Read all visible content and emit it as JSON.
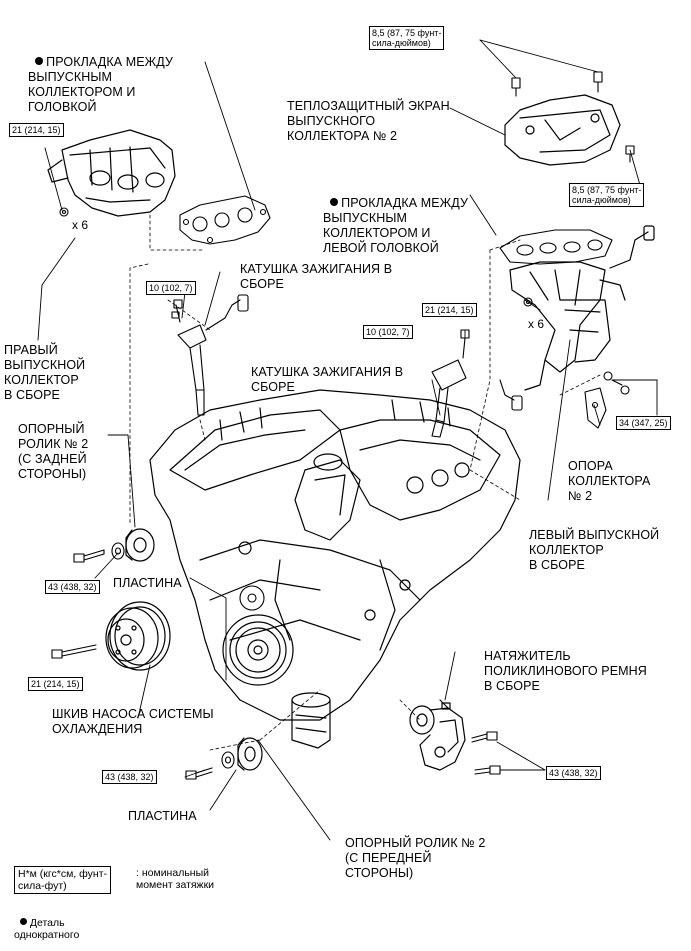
{
  "labels": {
    "gasket_right": "ПРОКЛАДКА МЕЖДУ\nВЫПУСКНЫМ\nКОЛЛЕКТОРОМ И\nГОЛОВКОЙ",
    "heat_shield": "ТЕПЛОЗАЩИТНЫЙ ЭКРАН\nВЫПУСКНОГО\nКОЛЛЕКТОРА № 2",
    "gasket_left": "ПРОКЛАДКА МЕЖДУ\nВЫПУСКНЫМ\nКОЛЛЕКТОРОМ И\nЛЕВОЙ ГОЛОВКОЙ",
    "coil_1": "КАТУШКА ЗАЖИГАНИЯ В\nСБОРЕ",
    "coil_2": "КАТУШКА ЗАЖИГАНИЯ В\nСБОРЕ",
    "right_manifold": "ПРАВЫЙ\nВЫПУСКНОЙ\nКОЛЛЕКТОР\nВ СБОРЕ",
    "idler_rear": "ОПОРНЫЙ\nРОЛИК № 2\n(С ЗАДНЕЙ\nСТОРОНЫ)",
    "manifold_support": "ОПОРА\nКОЛЛЕКТОРА\n№ 2",
    "left_manifold": "ЛЕВЫЙ ВЫПУСКНОЙ\nКОЛЛЕКТОР\nВ СБОРЕ",
    "plate_1": "ПЛАСТИНА",
    "water_pump_pulley": "ШКИВ НАСОСА СИСТЕМЫ\nОХЛАЖДЕНИЯ",
    "tensioner": "НАТЯЖИТЕЛЬ\nПОЛИКЛИНОВОГО РЕМНЯ\nВ СБОРЕ",
    "plate_2": "ПЛАСТИНА",
    "idler_front": "ОПОРНЫЙ РОЛИК № 2\n(С ПЕРЕДНЕЙ\nСТОРОНЫ)"
  },
  "torques": {
    "t_top": "8,5 (87, 75 фунт-\nсила-дюймов)",
    "t_right": "8,5 (87, 75 фунт-\nсила-дюймов)",
    "t_rm": "21 (214, 15)",
    "t_coil1": "10 (102, 7)",
    "t_lm": "21 (214, 15)",
    "t_coil2": "10 (102, 7)",
    "t_support": "34 (347, 25)",
    "t_plate": "43 (438, 32)",
    "t_pulley": "21 (214, 15)",
    "t_idler": "43 (438, 32)",
    "t_tensioner": "43 (438, 32)"
  },
  "quantities": {
    "q1": "x 6",
    "q2": "x 6"
  },
  "legend": {
    "torque_unit": "Н*м (кгс*см, фунт-\nсила-фут)",
    "torque_desc": ": номинальный\nмомент затяжки",
    "one_time": "Деталь\nоднократного"
  }
}
